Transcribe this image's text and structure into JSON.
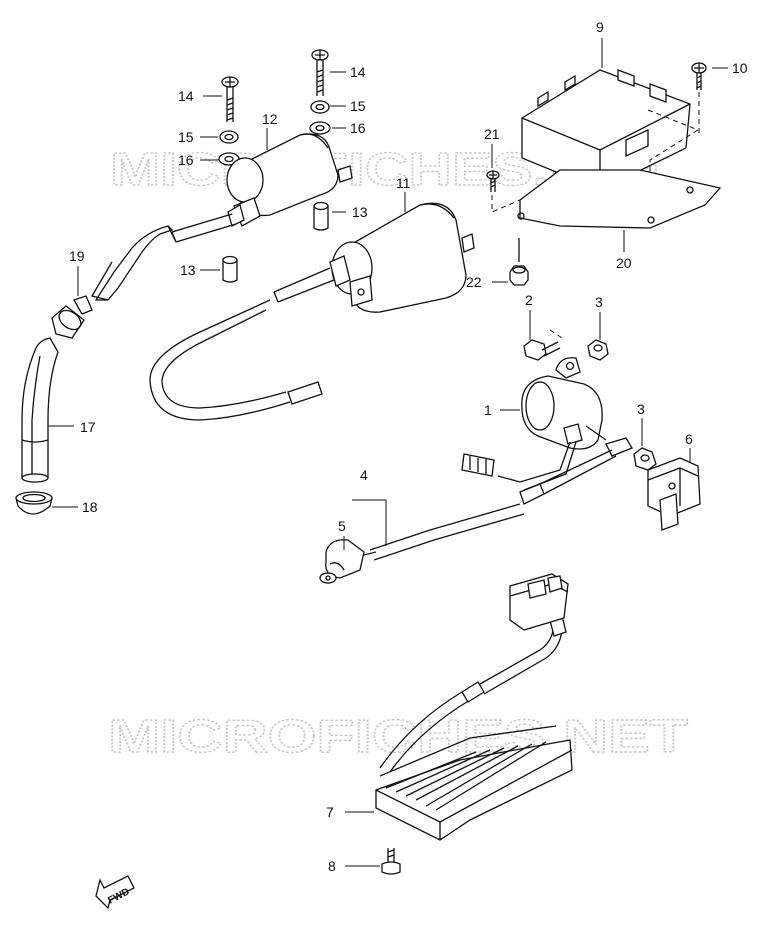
{
  "watermark": "MICROFICHES.NET",
  "fwd_label": "FWD",
  "callouts": {
    "c1": "1",
    "c2": "2",
    "c3a": "3",
    "c3b": "3",
    "c4": "4",
    "c5": "5",
    "c6": "6",
    "c7": "7",
    "c8": "8",
    "c9": "9",
    "c10": "10",
    "c11": "11",
    "c12": "12",
    "c13a": "13",
    "c13b": "13",
    "c14a": "14",
    "c14b": "14",
    "c15a": "15",
    "c15b": "15",
    "c16a": "16",
    "c16b": "16",
    "c17": "17",
    "c18": "18",
    "c19": "19",
    "c20": "20",
    "c21": "21",
    "c22": "22"
  }
}
